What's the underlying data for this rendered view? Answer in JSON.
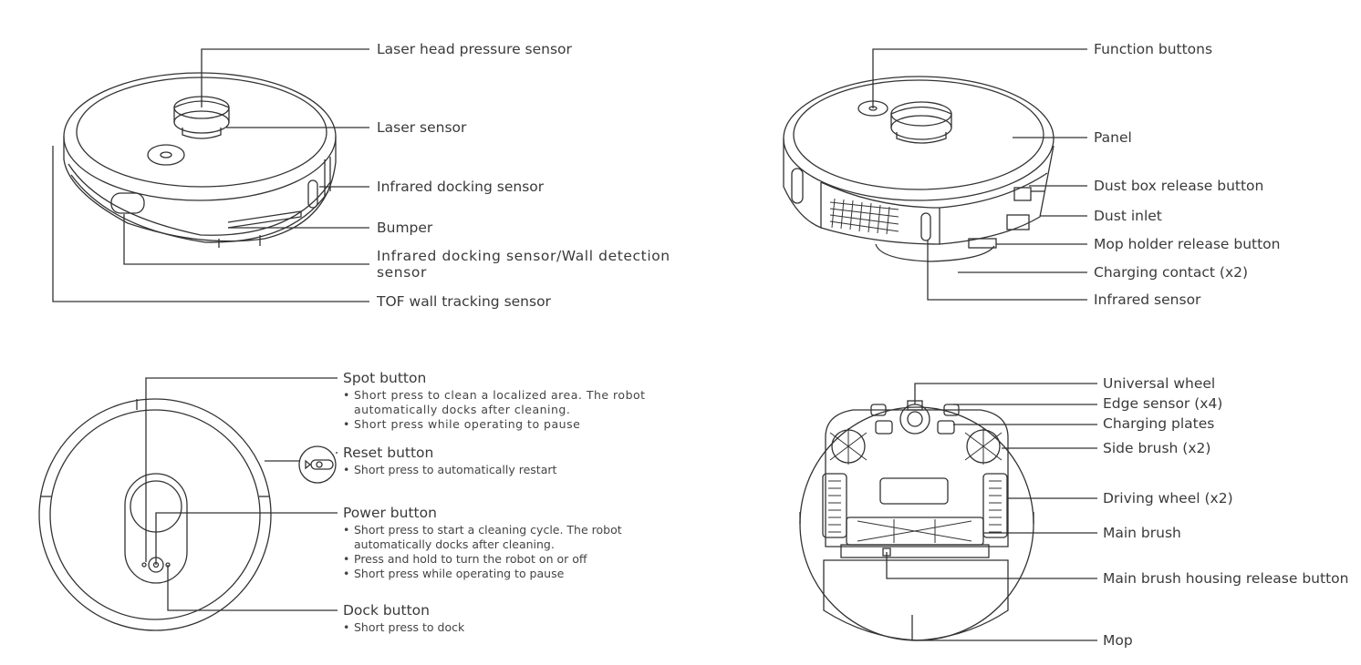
{
  "top_left": {
    "labels": [
      "Laser head pressure sensor",
      "Laser sensor",
      "Infrared docking sensor",
      "Bumper",
      "Infrared docking sensor/Wall detection sensor",
      "TOF wall tracking sensor"
    ]
  },
  "top_right": {
    "labels": [
      "Function buttons",
      "Panel",
      "Dust box release button",
      "Dust inlet",
      "Mop holder release button",
      "Charging contact (x2)",
      "Infrared sensor"
    ]
  },
  "bottom_left": {
    "buttons": [
      {
        "title": "Spot button",
        "bullets": [
          "Short press to clean a localized area. The robot automatically docks after cleaning.",
          "Short press while operating to pause"
        ]
      },
      {
        "title": "Reset button",
        "bullets": [
          "Short press to automatically restart"
        ]
      },
      {
        "title": "Power button",
        "bullets": [
          "Short press to start a cleaning cycle. The robot automatically docks after cleaning.",
          "Press and hold to turn the robot on or off",
          "Short press while operating to pause"
        ]
      },
      {
        "title": "Dock button",
        "bullets": [
          "Short press to dock"
        ]
      }
    ]
  },
  "bottom_right": {
    "labels": [
      "Universal wheel",
      "Edge sensor (x4)",
      "Charging plates",
      "Side brush (x2)",
      "Driving wheel (x2)",
      "Main brush",
      "Main brush housing release button",
      "Mop"
    ]
  }
}
